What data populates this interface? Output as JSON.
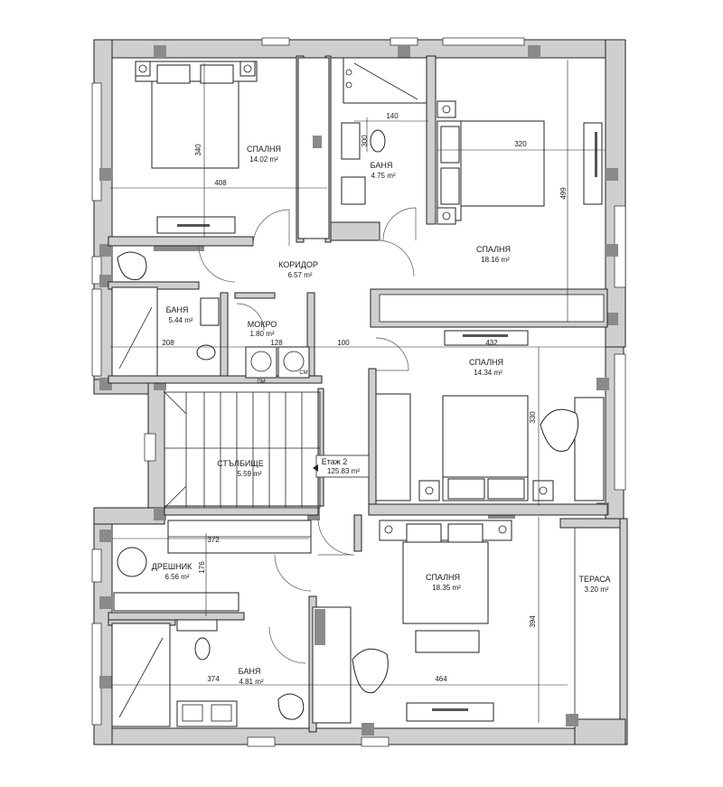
{
  "rooms": [
    {
      "id": "bedroom1",
      "name": "СПАЛНЯ",
      "area": "14.02 m²"
    },
    {
      "id": "bath1",
      "name": "БАНЯ",
      "area": "4.75 m²"
    },
    {
      "id": "bedroom2",
      "name": "СПАЛНЯ",
      "area": "18.16 m²"
    },
    {
      "id": "corridor",
      "name": "КОРИДОР",
      "area": "6.57 m²"
    },
    {
      "id": "bath2",
      "name": "БАНЯ",
      "area": "5.44 m²"
    },
    {
      "id": "wet",
      "name": "МОКРО",
      "area": "1.80 m²"
    },
    {
      "id": "bedroom3",
      "name": "СПАЛНЯ",
      "area": "14.34 m²"
    },
    {
      "id": "stairs",
      "name": "СТЪЛБИЩЕ",
      "area": "5.59 m²"
    },
    {
      "id": "wardrobe",
      "name": "ДРЕШНИК",
      "area": "6.56 m²"
    },
    {
      "id": "bedroom4",
      "name": "СПАЛНЯ",
      "area": "18.35 m²"
    },
    {
      "id": "terrace",
      "name": "ТЕРАСА",
      "area": "3.20 m²"
    },
    {
      "id": "bath3",
      "name": "БАНЯ",
      "area": "4.81 m²"
    }
  ],
  "floor": {
    "name": "Етаж 2",
    "area": "125.83 m²"
  },
  "dimensions": [
    "340",
    "408",
    "140",
    "300",
    "320",
    "499",
    "208",
    "128",
    "100",
    "432",
    "330",
    "372",
    "176",
    "374",
    "464",
    "394"
  ],
  "appliances": {
    "washer": "ПМ",
    "dryer": "СМ"
  }
}
